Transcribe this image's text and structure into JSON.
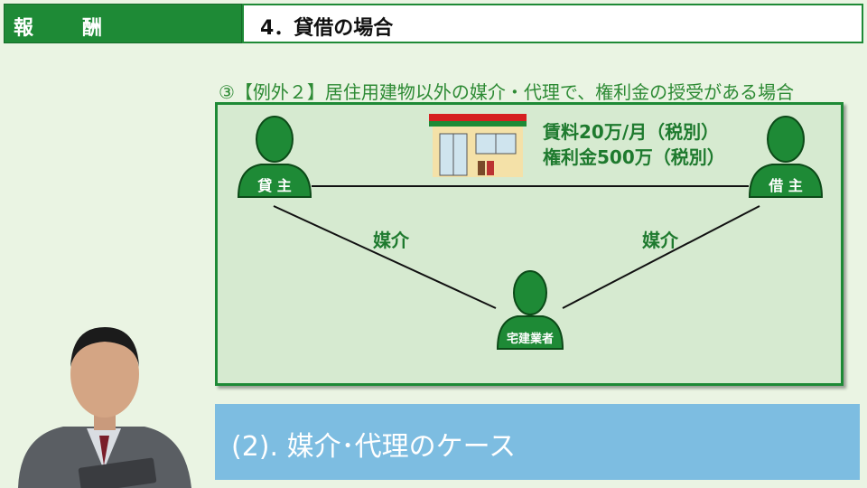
{
  "header": {
    "section": "報　酬",
    "title": "4．貸借の場合"
  },
  "case_title": "③【例外２】居住用建物以外の媒介・代理で、権利金の授受がある場合",
  "parties": {
    "lessor": "貸 主",
    "lessee": "借 主",
    "broker": "宅建業者"
  },
  "rent_info": {
    "rent": "賃料20万/月（税別）",
    "key_money": "権利金500万（税別）"
  },
  "relations": {
    "left": "媒介",
    "right": "媒介"
  },
  "banner": {
    "text": "(2). 媒介･代理のケース"
  },
  "colors": {
    "brand_green": "#1e8a36",
    "panel_bg": "#d6ead0",
    "banner_blue": "#7dbde1"
  }
}
